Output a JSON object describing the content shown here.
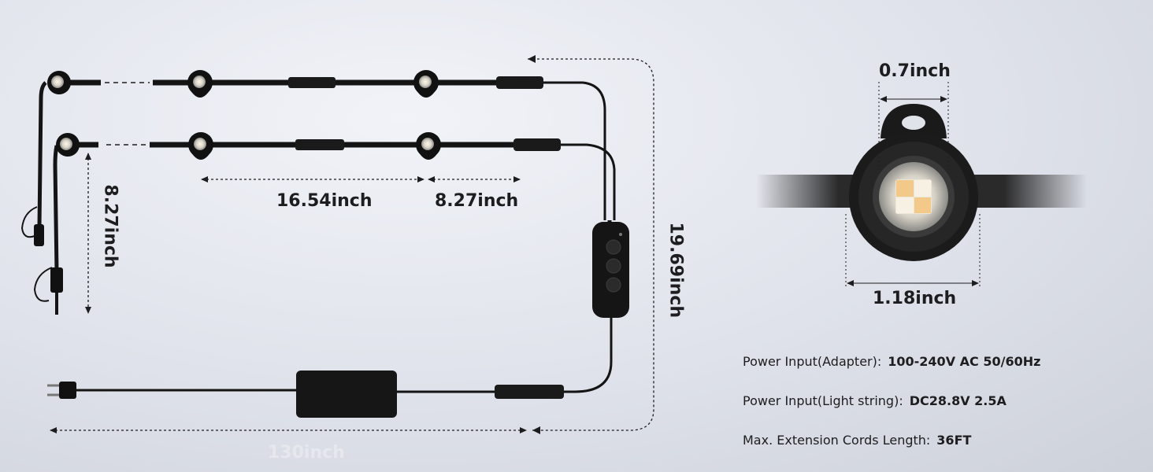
{
  "dimensions": {
    "module_width": "0.7inch",
    "module_diameter": "1.18inch",
    "spacing_long": "16.54inch",
    "spacing_short": "8.27inch",
    "vertical_drop": "8.27inch",
    "controller_run": "19.69inch",
    "adapter_run": "130inch"
  },
  "specs": [
    {
      "label": "Power Input(Adapter):",
      "value": "100-240V AC  50/60Hz"
    },
    {
      "label": "Power Input(Light string):",
      "value": "DC28.8V 2.5A"
    },
    {
      "label": "Max. Extension Cords Length:",
      "value": "36FT"
    }
  ],
  "colors": {
    "cable": "#141414",
    "dimension_line": "#1d1d1f",
    "led_warm": "#f3c98a",
    "background": "#dfe2ea"
  }
}
